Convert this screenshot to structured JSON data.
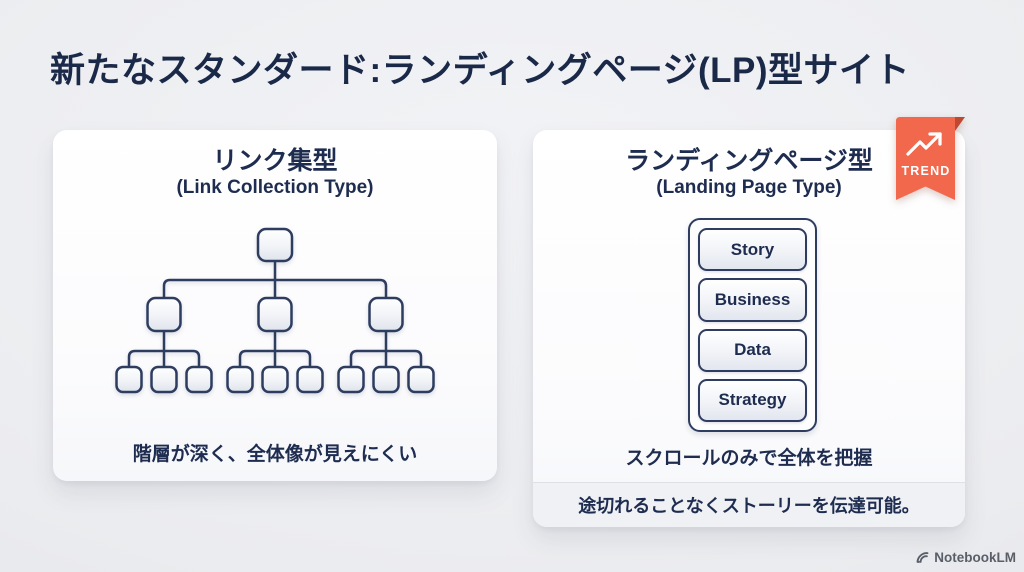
{
  "slide": {
    "title": "新たなスタンダード:ランディングページ(LP)型サイト"
  },
  "left_card": {
    "heading_ja": "リンク集型",
    "heading_en": "(Link Collection Type)",
    "diagram_icon": "hierarchy-tree-diagram",
    "caption": "階層が深く、全体像が見えにくい"
  },
  "right_card": {
    "heading_ja": "ランディングページ型",
    "heading_en": "(Landing Page Type)",
    "badge": {
      "label": "TREND",
      "icon": "trending-up-icon"
    },
    "sections": [
      "Story",
      "Business",
      "Data",
      "Strategy"
    ],
    "caption": "スクロールのみで全体を把握",
    "footer_note": "途切れることなくストーリーを伝達可能。"
  },
  "branding": {
    "logo_icon": "notebooklm-icon",
    "logo_text": "NotebookLM"
  },
  "colors": {
    "page_bg": "#EBECEF",
    "title_navy": "#1B2949",
    "stroke_navy": "#2E3C60",
    "text_navy": "#1E2C50",
    "card_bg": "#FFFFFF",
    "footer_bg": "#EFF1F5",
    "ribbon": "#F2684C",
    "ribbon_fold": "#BF4830",
    "logo_gray": "#5A5E69"
  }
}
